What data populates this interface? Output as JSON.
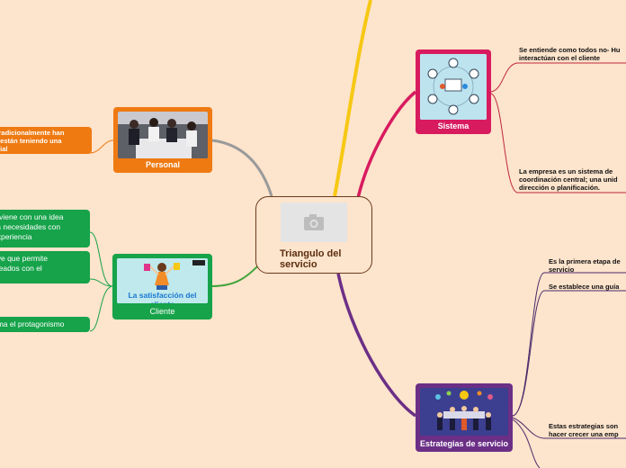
{
  "center": {
    "title": "Triangulo del servicio",
    "image_icon": "camera-icon"
  },
  "colors": {
    "background": "#fde4cc",
    "personal": "#ef7a12",
    "cliente": "#16a34a",
    "sistema": "#d81b5f",
    "estrategias": "#6b2f86",
    "top_branch": "#f6c814"
  },
  "branches": {
    "personal": {
      "label": "Personal",
      "note": {
        "line1": "tradicionalmente han",
        "line2": ", están teniendo una",
        "line3": "cial"
      }
    },
    "cliente": {
      "label": "Cliente",
      "image_caption": "La satisfacción del cliente",
      "notes": [
        {
          "line1": "e viene con una idea",
          "line2": "us necesidades con",
          "line3": " experiencia"
        },
        {
          "line1": "ave que permite",
          "line2": "pleados con el"
        },
        {
          "line1": "oma el protagonismo"
        }
      ]
    },
    "sistema": {
      "label": "Sistema",
      "notes": [
        {
          "line1": "Se entiende como todos no- Hu",
          "line2": "interactúan con el  cliente"
        },
        {
          "line1": "La empresa es un sistema de",
          "line2": "coordinación central; una unid",
          "line3": "dirección o planificación."
        }
      ]
    },
    "estrategias": {
      "label": "Estrategias de servicio",
      "notes": [
        {
          "line1": "Es la primera etapa de",
          "line2": "servicio"
        },
        {
          "line1": "Se establece una guía"
        },
        {
          "line1": "Estas estrategias son",
          "line2": "hacer crecer una emp"
        }
      ]
    }
  }
}
